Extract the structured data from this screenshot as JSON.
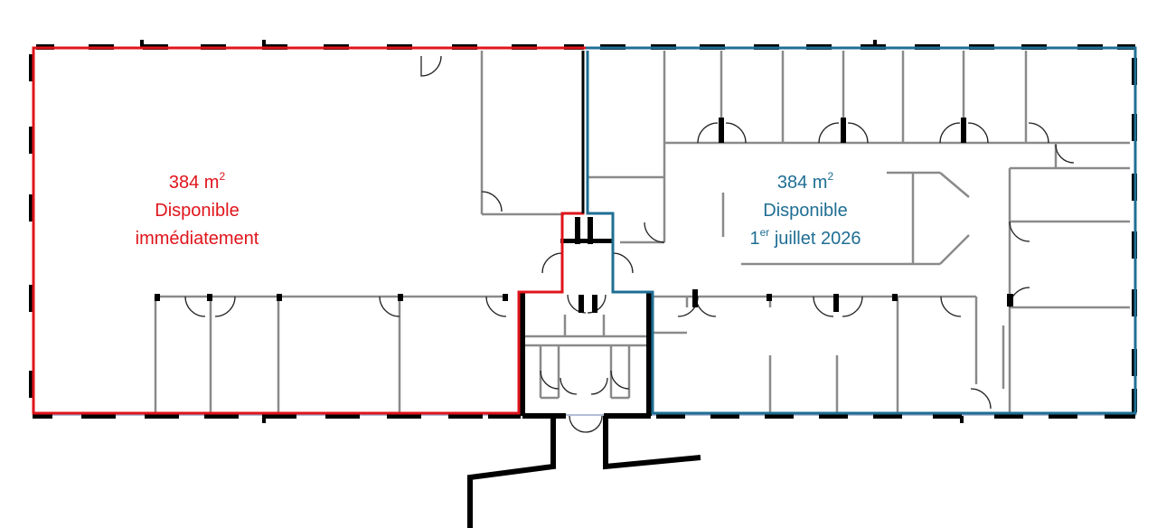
{
  "colors": {
    "lot_west": "#e0141b",
    "lot_east": "#1f6e93",
    "walls": "#000000",
    "partitions": "#8a8a8a",
    "background": "#ffffff"
  },
  "lots": [
    {
      "id": "west",
      "area_value": "384 m",
      "area_superscript": "2",
      "availability_line1": "Disponible",
      "availability_line2": "immédiatement"
    },
    {
      "id": "east",
      "area_value": "384 m",
      "area_superscript": "2",
      "availability_line1": "Disponible",
      "date_prefix": "1",
      "date_superscript": "er",
      "date_rest": " juillet 2026"
    }
  ]
}
